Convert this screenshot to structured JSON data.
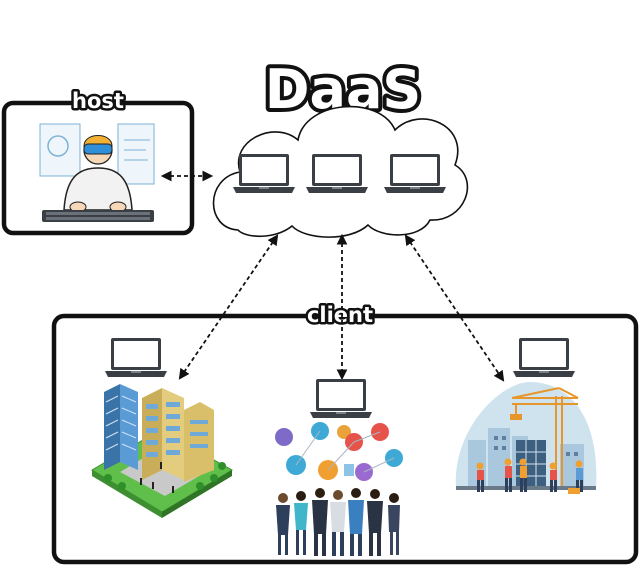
{
  "diagram": {
    "title": "DaaS",
    "host_label": "host",
    "client_label": "client"
  },
  "colors": {
    "frame": "#111111",
    "cloud_fill": "#ffffff",
    "laptop_body": "#3a3f45",
    "laptop_screen": "#ffffff",
    "building_blue": "#4a8cc7",
    "building_tan": "#d9c27a",
    "grass": "#5fbf4a",
    "crane": "#f0a030",
    "sky": "#cfe3ef"
  },
  "icons": {
    "cloud": "cloud-icon",
    "laptop": "laptop-icon",
    "host_user": "person-with-vr-headset-icon",
    "office_buildings": "office-buildings-icon",
    "business_team": "business-team-icon",
    "construction_site": "construction-site-icon"
  }
}
